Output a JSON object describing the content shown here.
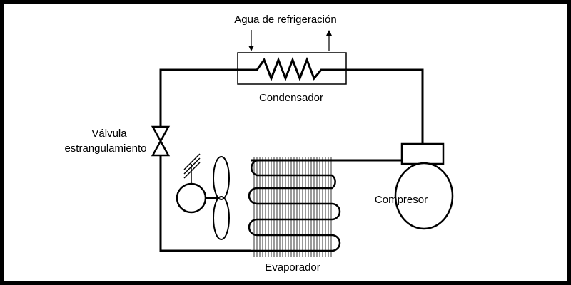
{
  "diagram": {
    "labels": {
      "cooling_water": "Agua de refrigeración",
      "condenser": "Condensador",
      "valve_line1": "Válvula",
      "valve_line2": "estrangulamiento",
      "compressor": "Compresor",
      "evaporator": "Evaporador"
    },
    "colors": {
      "line": "#000000",
      "background": "#ffffff",
      "frame": "#000000"
    }
  }
}
